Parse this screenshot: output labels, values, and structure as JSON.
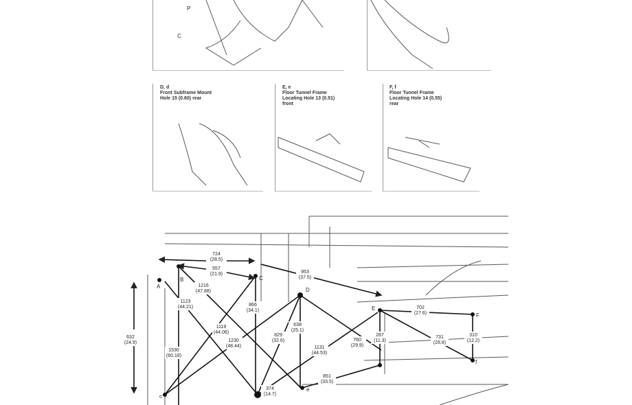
{
  "detail_panels": [
    {
      "id": "D, d",
      "lines": [
        "Front Subframe Mount",
        "Hole 15 (0.60) rear"
      ]
    },
    {
      "id": "E, e",
      "lines": [
        "Floor Tunnel Frame",
        "Locating Hole 13 (0.51)",
        "front"
      ]
    },
    {
      "id": "F, f",
      "lines": [
        "Floor Tunnel Frame",
        "Locating Hole 14 (0.55)",
        "rear"
      ]
    }
  ],
  "point_labels": {
    "A": "A",
    "B": "B",
    "C": "C",
    "D": "D",
    "E": "E",
    "F": "F",
    "P": "P",
    "C2": "C",
    "c": "c",
    "e": "e",
    "f": "f"
  },
  "dimensions": [
    {
      "mm": "724",
      "in": "(28.5)"
    },
    {
      "mm": "557",
      "in": "(21.9)"
    },
    {
      "mm": "1216",
      "in": "(47.88)"
    },
    {
      "mm": "1123",
      "in": "(44.21)"
    },
    {
      "mm": "1119",
      "in": "(44.06)"
    },
    {
      "mm": "1230",
      "in": "(48.44)"
    },
    {
      "mm": "1530",
      "in": "(60.18)"
    },
    {
      "mm": "632",
      "in": "(24.9)"
    },
    {
      "mm": "866",
      "in": "(34.1)"
    },
    {
      "mm": "953",
      "in": "(37.5)"
    },
    {
      "mm": "638",
      "in": "(25.1)"
    },
    {
      "mm": "829",
      "in": "(32.6)"
    },
    {
      "mm": "1131",
      "in": "(44.53)"
    },
    {
      "mm": "374",
      "in": "(14.7)"
    },
    {
      "mm": "760",
      "in": "(29.9)"
    },
    {
      "mm": "287",
      "in": "(11.3)"
    },
    {
      "mm": "851",
      "in": "(33.5)"
    },
    {
      "mm": "702",
      "in": "(27.6)"
    },
    {
      "mm": "731",
      "in": "(28.8)"
    },
    {
      "mm": "310",
      "in": "(12.2)"
    }
  ]
}
